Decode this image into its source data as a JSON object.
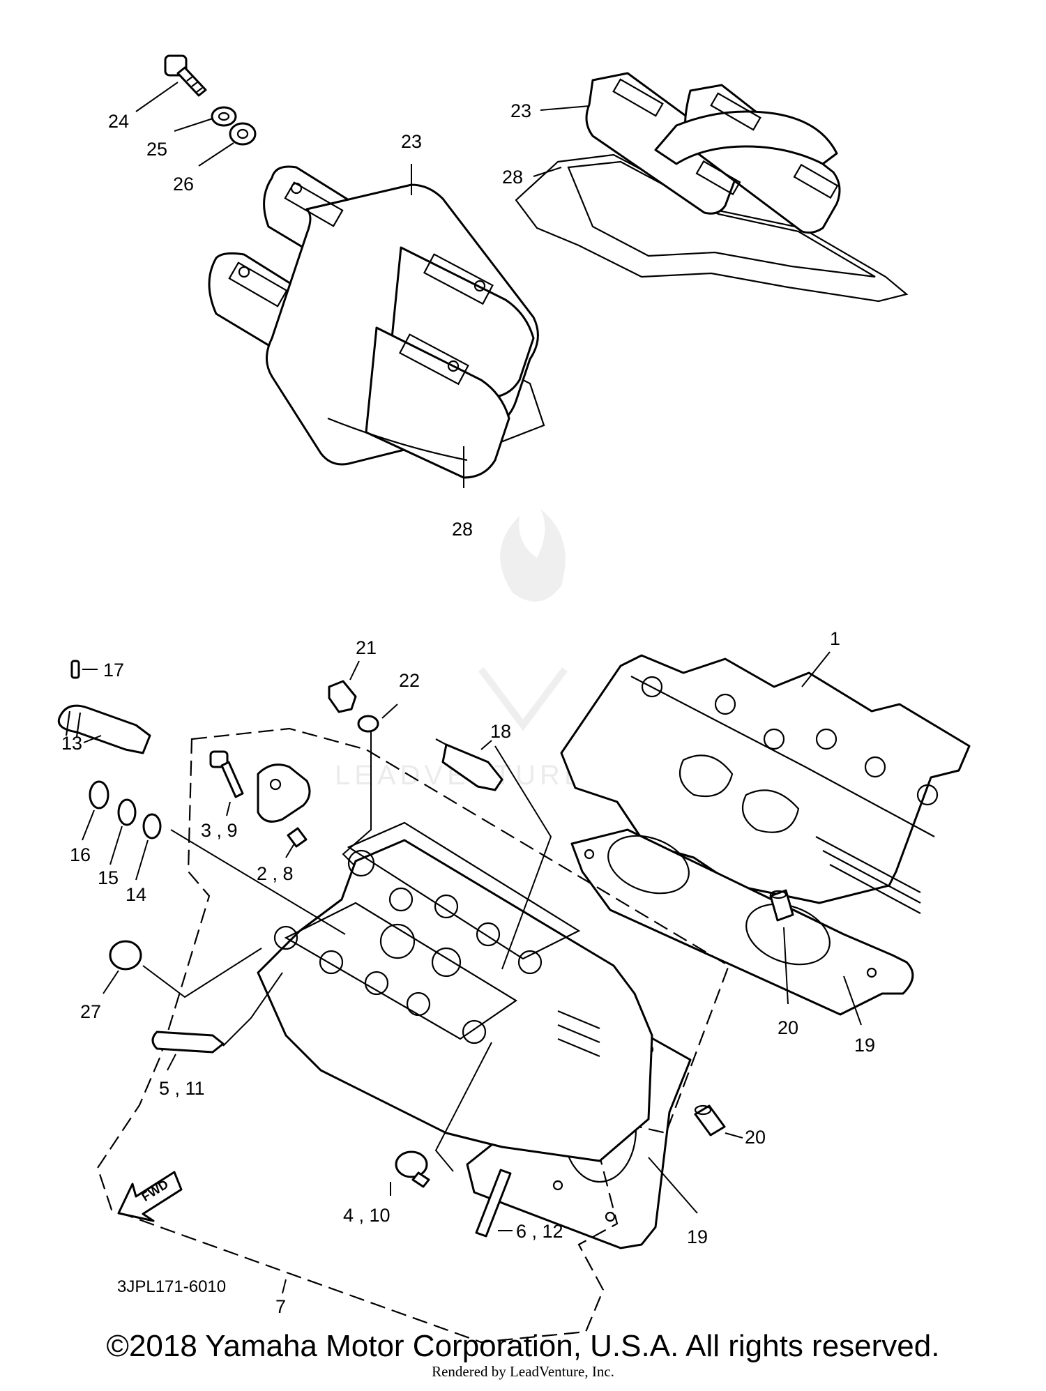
{
  "callouts": {
    "c1": "1",
    "c13": "13",
    "c14": "14",
    "c15": "15",
    "c16": "16",
    "c17": "17",
    "c18": "18",
    "c19a": "19",
    "c19b": "19",
    "c20a": "20",
    "c20b": "20",
    "c21": "21",
    "c22": "22",
    "c23a": "23",
    "c23b": "23",
    "c24": "24",
    "c25": "25",
    "c26": "26",
    "c27": "27",
    "c28a": "28",
    "c28b": "28",
    "c2_8": "2 , 8",
    "c3_9": "3 , 9",
    "c4_10": "4 , 10",
    "c5_11": "5 , 11",
    "c6_12": "6 , 12",
    "c7": "7"
  },
  "fwd_label": "FWD",
  "diagram_code": "3JPL171-6010",
  "watermark": "LEADVENTURE",
  "copyright": "©2018 Yamaha Motor Corporation, U.S.A. All rights reserved.",
  "rendered_by": "Rendered by LeadVenture, Inc."
}
